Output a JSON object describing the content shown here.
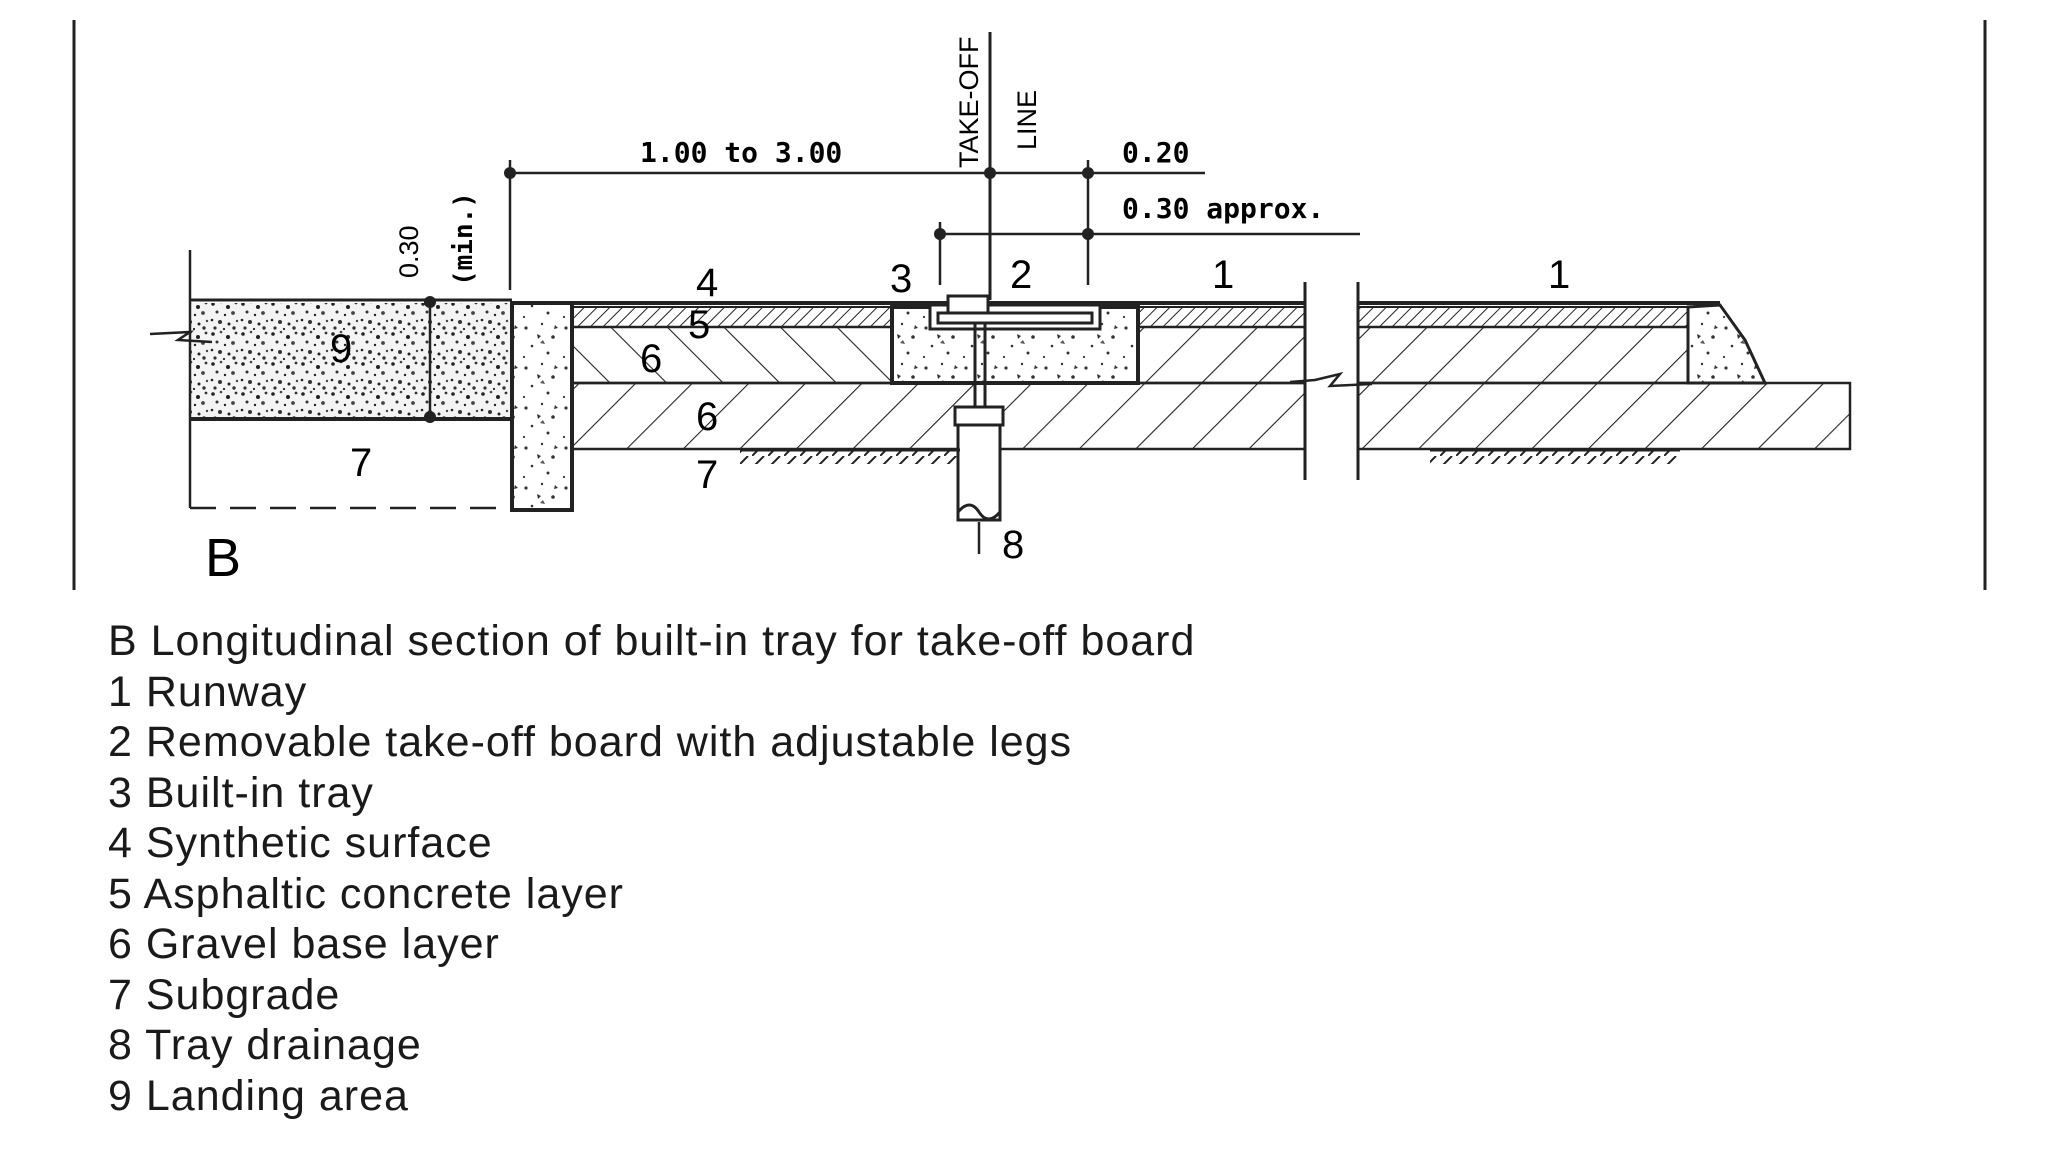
{
  "diagram": {
    "view_label": "B",
    "dimensions": {
      "offset": "1.00 to 3.00",
      "board_width": "0.20",
      "tray_width": "0.30 approx.",
      "depth_value": "0.30",
      "depth_note": "(min.)",
      "takeoff_line_1": "TAKE-OFF",
      "takeoff_line_2": "LINE"
    },
    "callouts": {
      "runway_a": "1",
      "runway_b": "1",
      "board": "2",
      "tray": "3",
      "surface": "4",
      "asphalt": "5",
      "gravel_upper": "6",
      "gravel_lower": "6",
      "subgrade_left": "7",
      "subgrade_center": "7",
      "drainage": "8",
      "landing": "9"
    }
  },
  "legend": [
    "B Longitudinal section of built-in tray for take-off board",
    "1 Runway",
    "2 Removable take-off board with adjustable legs",
    "3 Built-in tray",
    "4 Synthetic surface",
    "5 Asphaltic concrete layer",
    "6 Gravel base layer",
    "7 Subgrade",
    "8 Tray drainage",
    "9 Landing area"
  ]
}
